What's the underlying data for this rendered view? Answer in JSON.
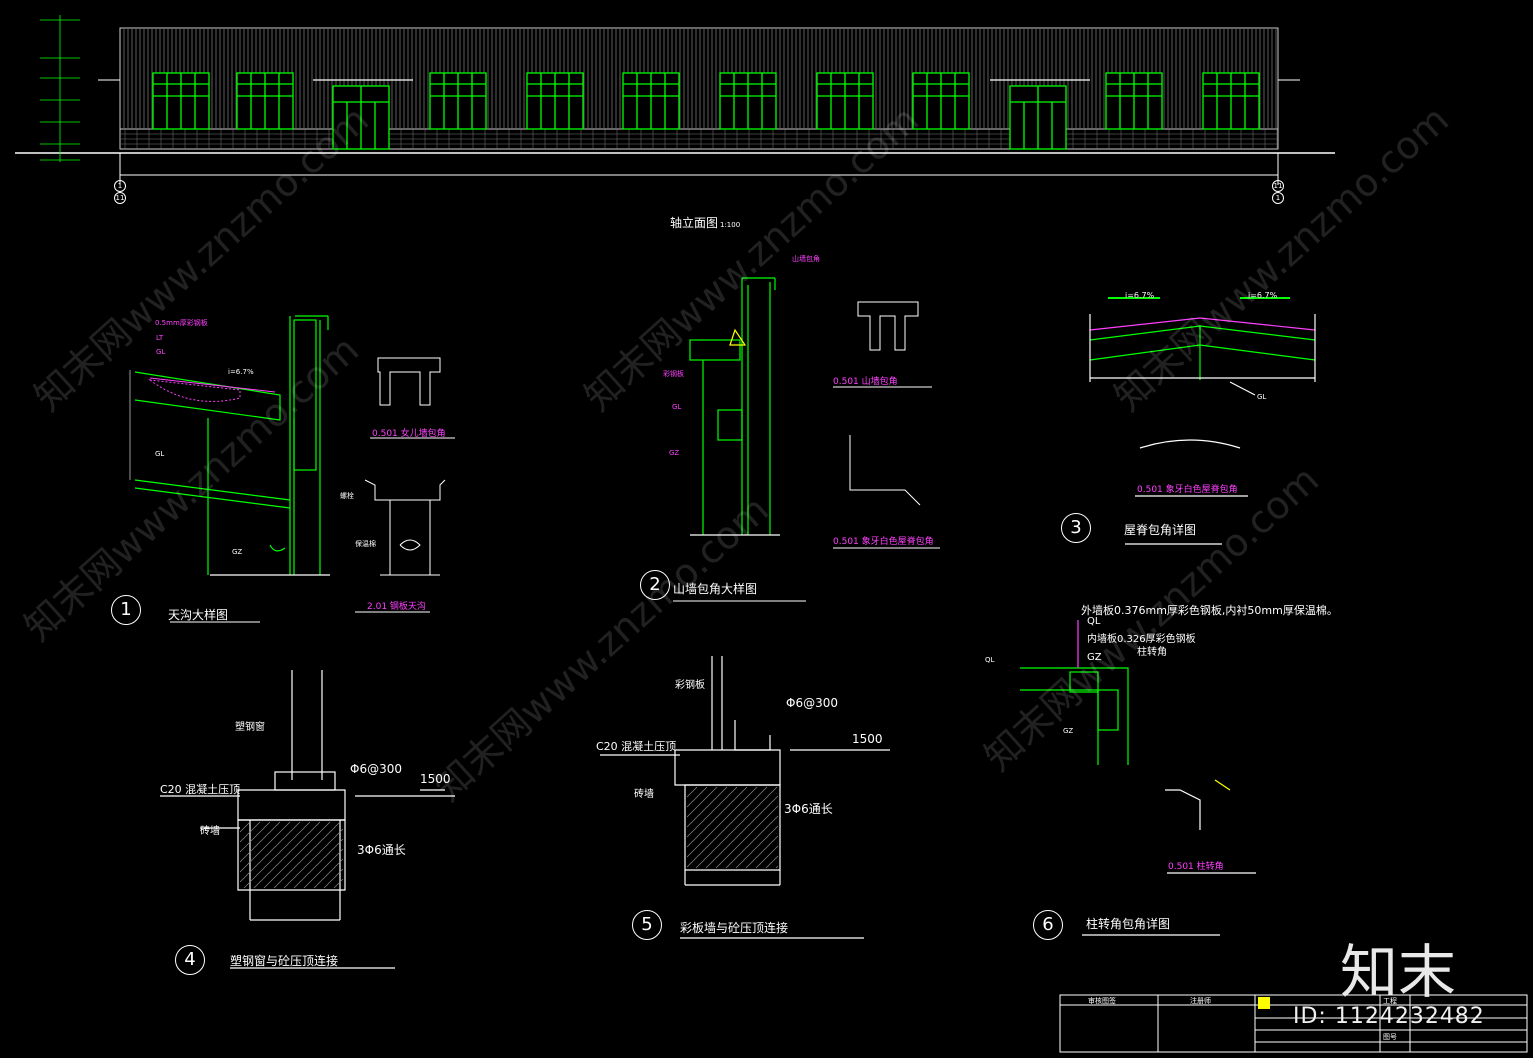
{
  "elevation": {
    "title": "轴立面图",
    "scale": "1:100",
    "axis_start": "1",
    "axis_start_sub": "11",
    "axis_end": "11",
    "axis_end_sub": "1",
    "window_count": 12
  },
  "detail1": {
    "number": "1",
    "title": "天沟大样图",
    "labels": [
      "0.5mm厚彩钢板",
      "LT",
      "GL",
      "GL",
      "GZ",
      "i=6.7%"
    ],
    "sub1": "0.501 女儿墙包角",
    "sub2": "2.01 钢板天沟",
    "sub2_labels": [
      "螺栓",
      "保温棉"
    ]
  },
  "detail2": {
    "number": "2",
    "title": "山墙包角大样图",
    "labels": [
      "山墙包角",
      "GL",
      "GZ",
      "彩钢板"
    ],
    "sub1": "0.501 山墙包角",
    "sub2": "0.501 象牙白色屋脊包角"
  },
  "detail3": {
    "number": "3",
    "title": "屋脊包角详图",
    "slope_left": "i=6.7%",
    "slope_right": "i=6.7%",
    "label": "GL",
    "sub1": "0.501 象牙白色屋脊包角"
  },
  "detail4": {
    "number": "4",
    "title": "塑钢窗与砼压顶连接",
    "labels": [
      "塑钢窗",
      "C20 混凝土压顶",
      "Φ6@300",
      "1500",
      "砖墙",
      "3Φ6通长"
    ]
  },
  "detail5": {
    "number": "5",
    "title": "彩板墙与砼压顶连接",
    "labels": [
      "彩钢板",
      "Φ6@300",
      "C20 混凝土压顶",
      "1500",
      "砖墙",
      "3Φ6通长"
    ]
  },
  "detail6": {
    "number": "6",
    "title": "柱转角包角详图",
    "notes": [
      "外墙板0.376mm厚彩色钢板,内衬50mm厚保温棉。",
      "QL",
      "内墙板0.326厚彩色钢板",
      "柱转角",
      "GZ",
      "QL",
      "GZ"
    ],
    "sub1": "0.501 柱转角"
  },
  "title_block": {
    "id_text": "ID: 1124232482",
    "cells": [
      "审核图签",
      "注册师",
      "工程",
      "图号"
    ]
  },
  "watermarks": [
    "知末网www.znzmo.com",
    "知末网www.znzmo.com",
    "知末网www.znzmo.com",
    "知末网www.znzmo.com",
    "知末网www.znzmo.com",
    "知末网www.znzmo.com"
  ],
  "logo_text": "知末",
  "colors": {
    "line": "#ffffff",
    "accent_green": "#00ff00",
    "accent_magenta": "#ff40ff",
    "accent_yellow": "#ffff00",
    "background": "#000000"
  }
}
